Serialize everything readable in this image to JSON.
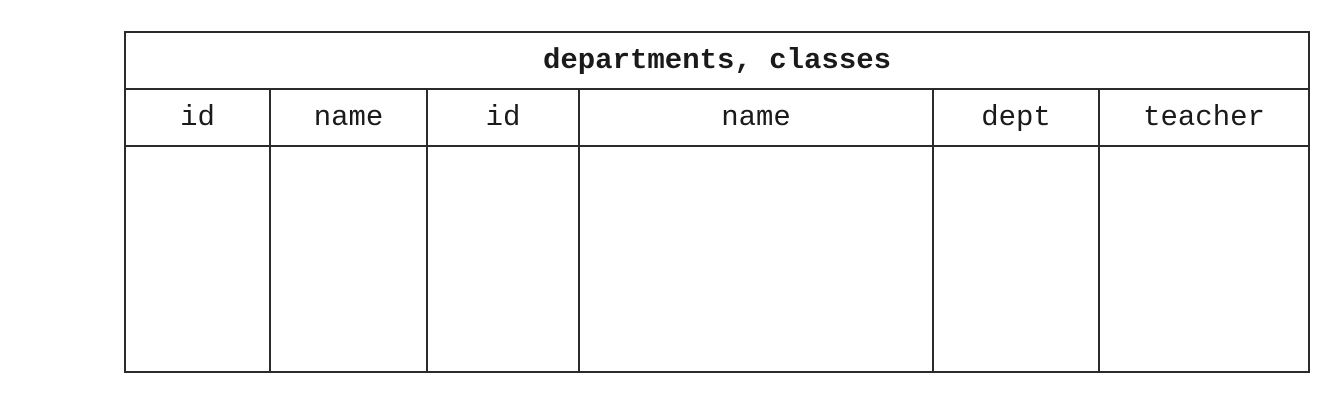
{
  "table": {
    "title": "departments, classes",
    "columns": [
      "id",
      "name",
      "id",
      "name",
      "dept",
      "teacher"
    ],
    "rows": []
  }
}
